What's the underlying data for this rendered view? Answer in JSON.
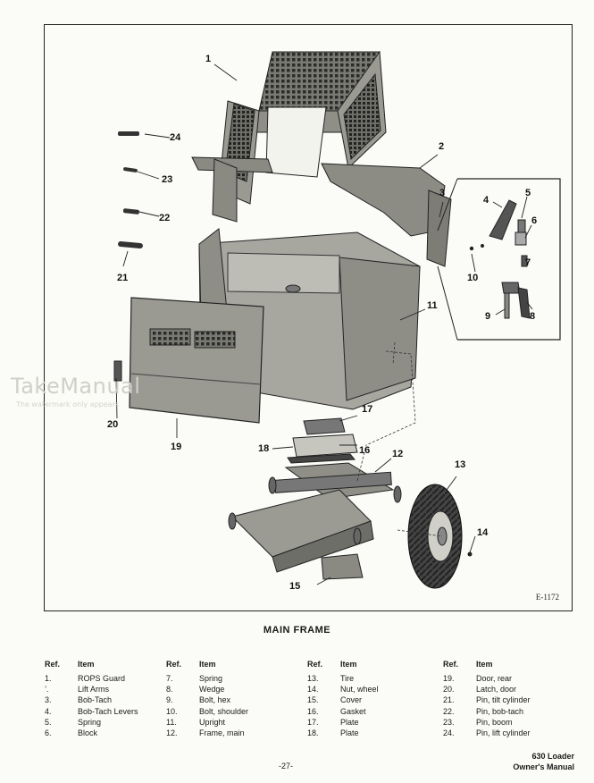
{
  "watermark": {
    "brand": "TakeManual",
    "note": "The watermark only appears"
  },
  "diagram": {
    "code": "E-1172",
    "callouts": [
      {
        "id": "c1",
        "text": "1"
      },
      {
        "id": "c2",
        "text": "2"
      },
      {
        "id": "c3",
        "text": "3"
      },
      {
        "id": "c4",
        "text": "4"
      },
      {
        "id": "c5",
        "text": "5"
      },
      {
        "id": "c6",
        "text": "6"
      },
      {
        "id": "c7",
        "text": "7"
      },
      {
        "id": "c8",
        "text": "8"
      },
      {
        "id": "c9",
        "text": "9"
      },
      {
        "id": "c10",
        "text": "10"
      },
      {
        "id": "c11",
        "text": "11"
      },
      {
        "id": "c12",
        "text": "12"
      },
      {
        "id": "c13",
        "text": "13"
      },
      {
        "id": "c14",
        "text": "14"
      },
      {
        "id": "c15",
        "text": "15"
      },
      {
        "id": "c16",
        "text": "16"
      },
      {
        "id": "c17",
        "text": "17"
      },
      {
        "id": "c18",
        "text": "18"
      },
      {
        "id": "c19",
        "text": "19"
      },
      {
        "id": "c20",
        "text": "20"
      },
      {
        "id": "c21",
        "text": "21"
      },
      {
        "id": "c22",
        "text": "22"
      },
      {
        "id": "c23",
        "text": "23"
      },
      {
        "id": "c24",
        "text": "24"
      }
    ]
  },
  "caption": {
    "title": "MAIN FRAME",
    "ref_header": "Ref.",
    "item_header": "Item",
    "columns": [
      [
        {
          "ref": "1.",
          "item": "ROPS Guard"
        },
        {
          "ref": "’.",
          "item": "Lift Arms"
        },
        {
          "ref": "3.",
          "item": "Bob-Tach"
        },
        {
          "ref": "4.",
          "item": "Bob-Tach Levers"
        },
        {
          "ref": "5.",
          "item": "Spring"
        },
        {
          "ref": "6.",
          "item": "Block"
        }
      ],
      [
        {
          "ref": "7.",
          "item": "Spring"
        },
        {
          "ref": "8.",
          "item": "Wedge"
        },
        {
          "ref": "9.",
          "item": "Bolt, hex"
        },
        {
          "ref": "10.",
          "item": "Bolt, shoulder"
        },
        {
          "ref": "11.",
          "item": "Upright"
        },
        {
          "ref": "12.",
          "item": "Frame, main"
        }
      ],
      [
        {
          "ref": "13.",
          "item": "Tire"
        },
        {
          "ref": "14.",
          "item": "Nut, wheel"
        },
        {
          "ref": "15.",
          "item": "Cover"
        },
        {
          "ref": "16.",
          "item": "Gasket"
        },
        {
          "ref": "17.",
          "item": "Plate"
        },
        {
          "ref": "18.",
          "item": "Plate"
        }
      ],
      [
        {
          "ref": "19.",
          "item": "Door, rear"
        },
        {
          "ref": "20.",
          "item": "Latch, door"
        },
        {
          "ref": "21.",
          "item": "Pin, tilt cylinder"
        },
        {
          "ref": "22.",
          "item": "Pin, bob-tach"
        },
        {
          "ref": "23.",
          "item": "Pin, boom"
        },
        {
          "ref": "24.",
          "item": "Pin, lift cylinder"
        }
      ]
    ]
  },
  "footer": {
    "page_number": "-27-",
    "model": "630 Loader",
    "manual": "Owner's Manual"
  }
}
